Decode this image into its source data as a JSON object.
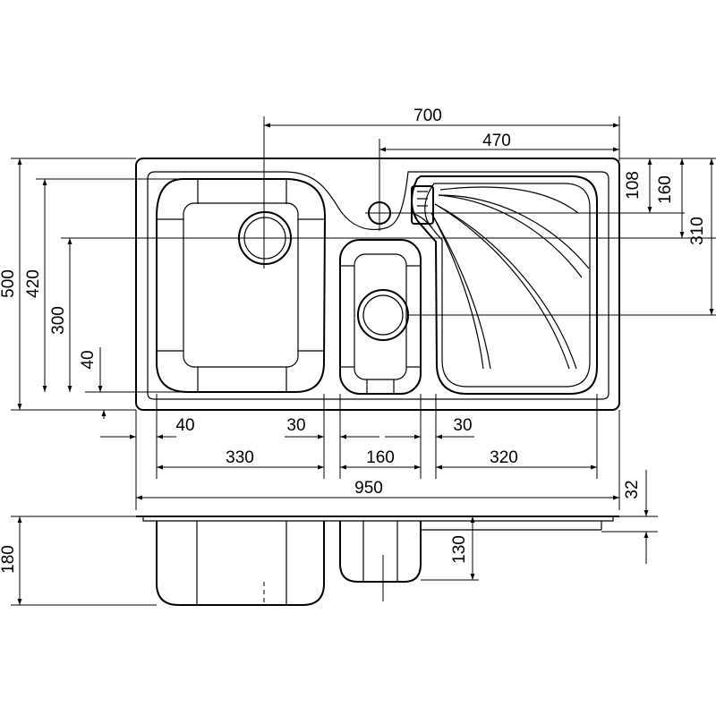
{
  "dimensions": {
    "d700": "700",
    "d470": "470",
    "d500": "500",
    "d420": "420",
    "d300": "300",
    "d40v": "40",
    "d108": "108",
    "d160v": "160",
    "d310": "310",
    "d40h": "40",
    "d30a": "30",
    "d30b": "30",
    "d330": "330",
    "d160h": "160",
    "d320": "320",
    "d950": "950",
    "d32": "32",
    "d180": "180",
    "d130": "130"
  }
}
